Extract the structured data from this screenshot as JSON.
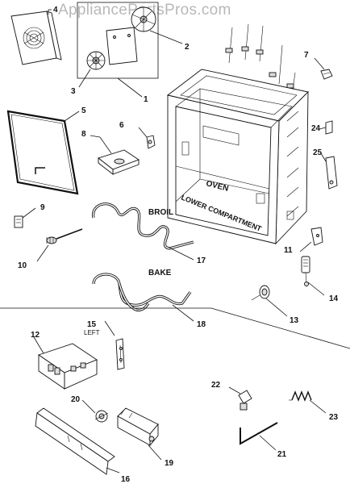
{
  "watermark": "AppliancePartsPros.com",
  "labels": {
    "oven": "OVEN",
    "lower_compartment": "LOWER COMPARTMENT",
    "broil": "BROIL",
    "bake": "BAKE",
    "left": "LEFT"
  },
  "callouts": [
    "1",
    "2",
    "3",
    "4",
    "5",
    "6",
    "7",
    "8",
    "9",
    "10",
    "11",
    "12",
    "13",
    "14",
    "15",
    "16",
    "17",
    "18",
    "19",
    "20",
    "21",
    "22",
    "23",
    "24",
    "25"
  ]
}
